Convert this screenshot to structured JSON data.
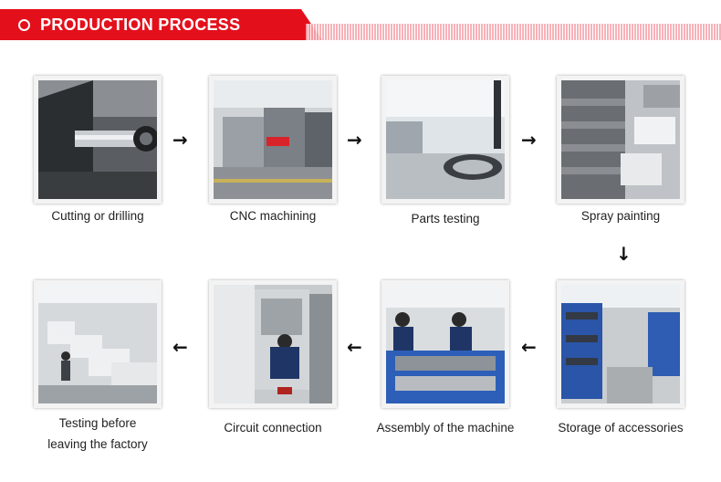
{
  "header": {
    "title": "PRODUCTION PROCESS",
    "accent_color": "#e3101c"
  },
  "steps": [
    {
      "label": "Cutting or drilling"
    },
    {
      "label": "CNC machining"
    },
    {
      "label": "Parts testing"
    },
    {
      "label": "Spray painting"
    },
    {
      "label": "Storage of accessories"
    },
    {
      "label": "Assembly of the machine"
    },
    {
      "label": "Circuit connection"
    },
    {
      "label_line1": "Testing before",
      "label_line2": "leaving the factory"
    }
  ],
  "arrows": {
    "right": "→",
    "down": "↓",
    "left": "←"
  }
}
